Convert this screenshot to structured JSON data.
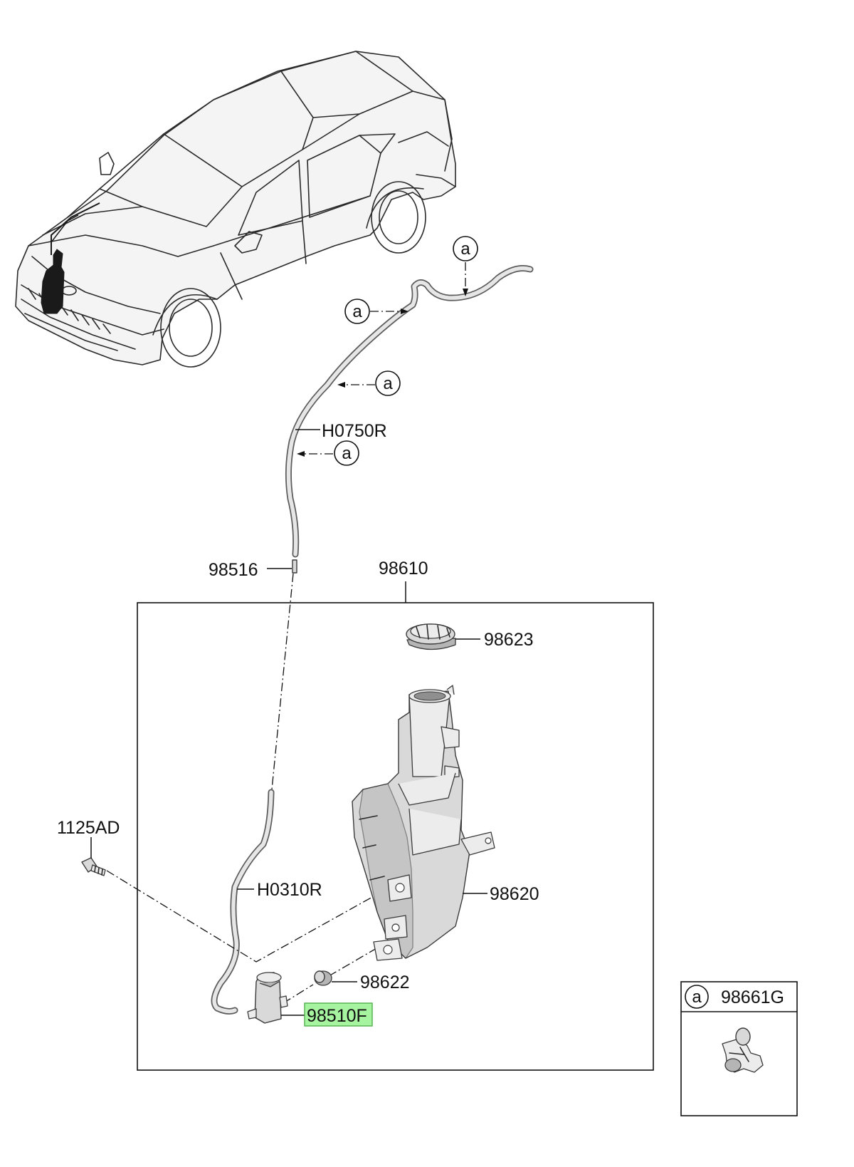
{
  "callouts": {
    "ref_letter": "a",
    "h0750r": "H0750R",
    "p98516": "98516",
    "p98610": "98610",
    "p98623": "98623",
    "p1125ad": "1125AD",
    "h0310r": "H0310R",
    "p98620": "98620",
    "p98622": "98622",
    "p98510f": "98510F",
    "p98661g": "98661G"
  },
  "highlight": {
    "part": "98510F",
    "fill": "#a6f3a0",
    "border": "#4fb04a"
  },
  "colors": {
    "line": "#111111",
    "part_fill": "#d9d9d9"
  }
}
